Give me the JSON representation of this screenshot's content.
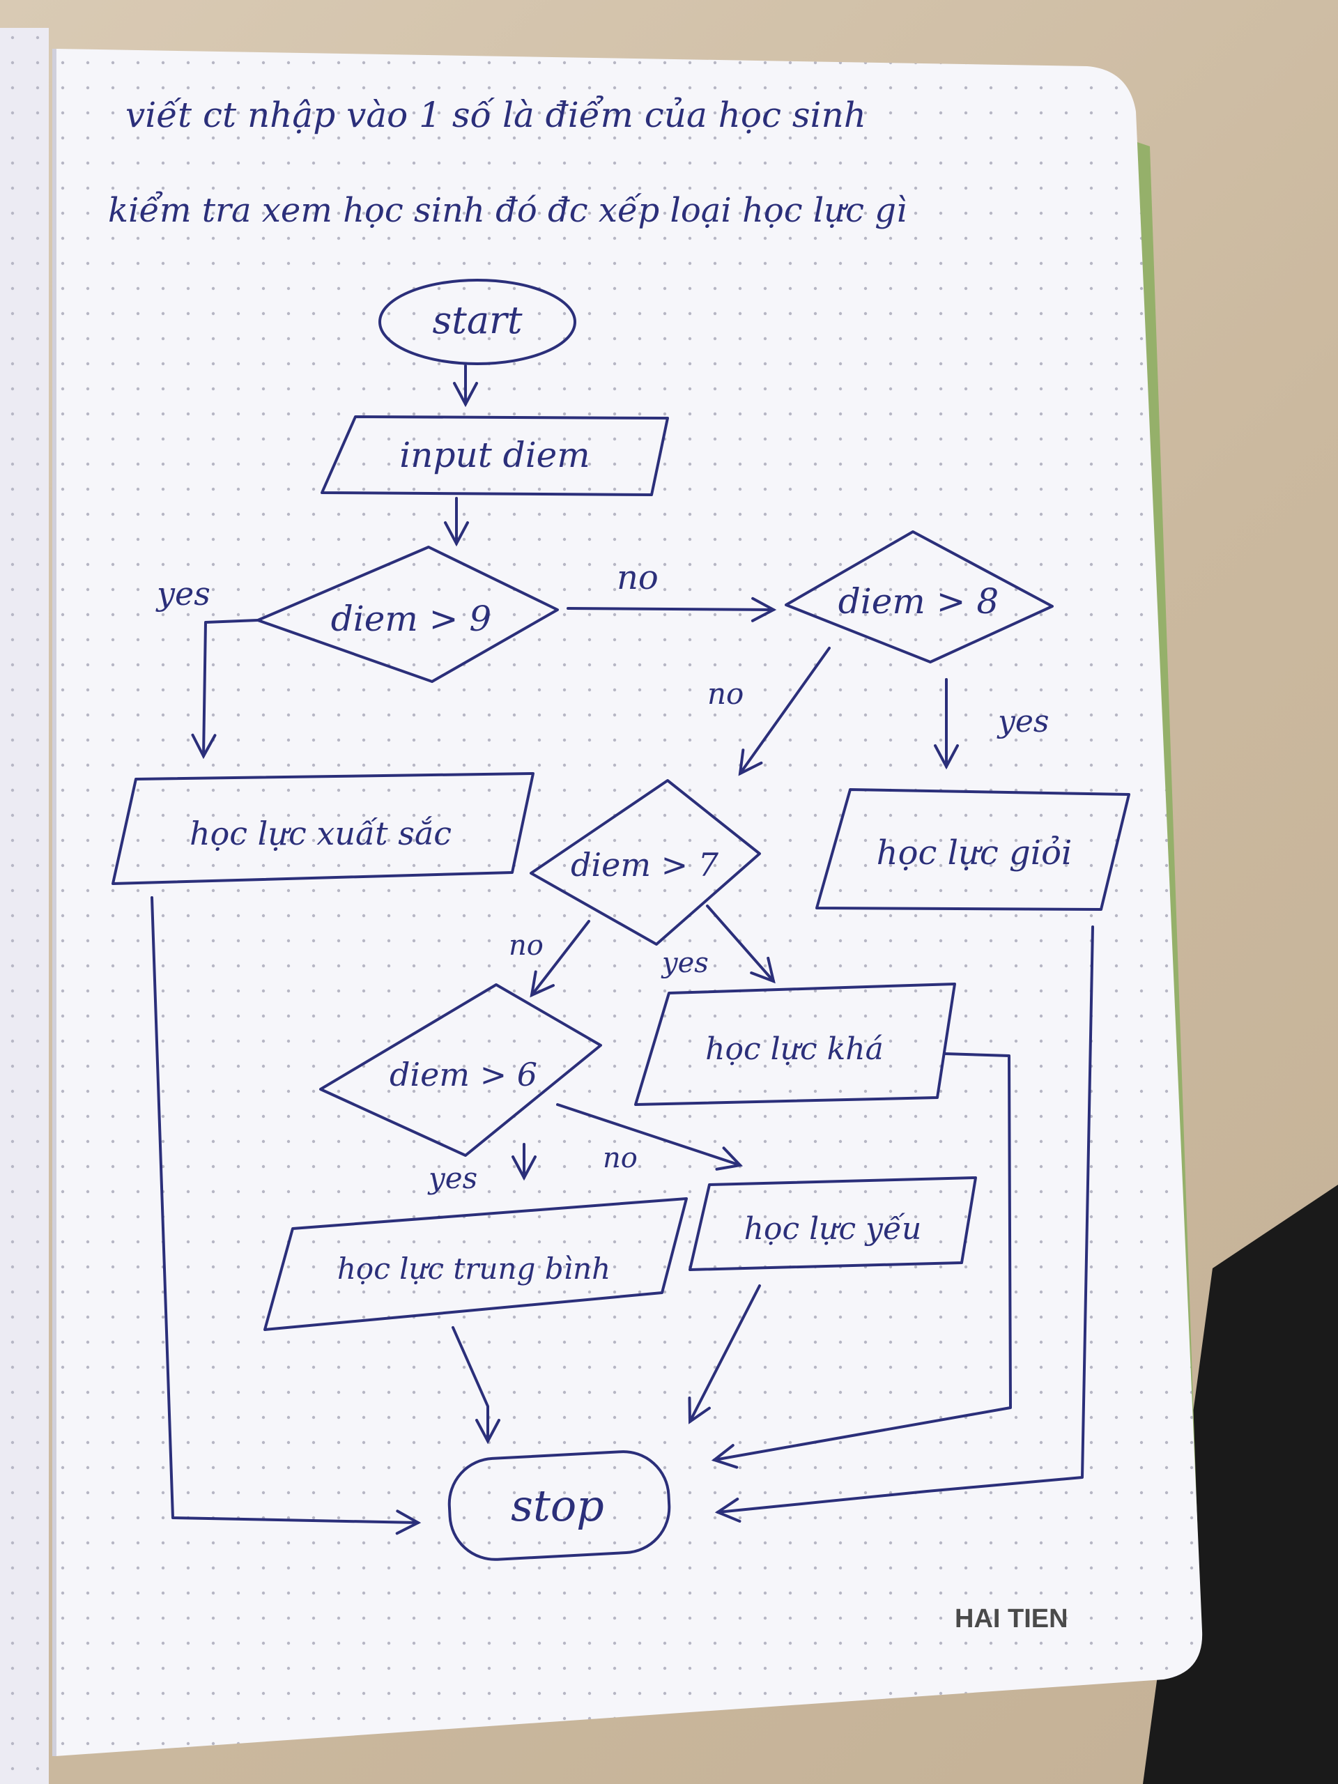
{
  "heading": {
    "line1": "viết ct nhập vào 1 số là điểm của học sinh",
    "line2": "kiểm tra xem học sinh đó đc xếp loại học lực gì"
  },
  "flowchart": {
    "start": "start",
    "input": "input diem",
    "decision_9": "diem > 9",
    "decision_8": "diem > 8",
    "decision_7": "diem > 7",
    "decision_6": "diem > 6",
    "result_xuat_sac": "học lực xuất sắc",
    "result_gioi": "học lực giỏi",
    "result_kha": "học lực khá",
    "result_trung_binh": "học lực trung bình",
    "result_yeu": "học lực yếu",
    "stop": "stop",
    "label_yes": "yes",
    "label_no": "no"
  },
  "brand": "HAI TIEN",
  "colors": {
    "ink": "#2b2f7a",
    "paper": "#f6f6fa",
    "cover": "#95b06a",
    "desk": "#cbb99f",
    "dark_corner": "#1a1a1a"
  }
}
